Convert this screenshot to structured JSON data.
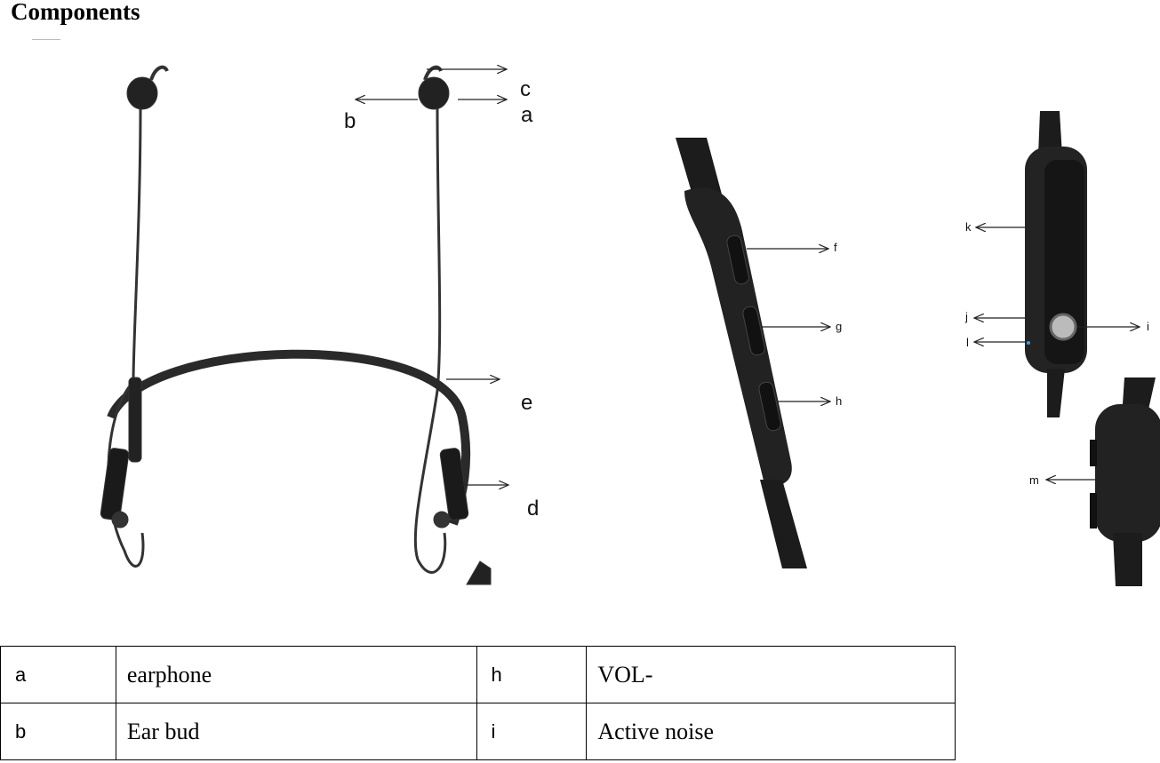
{
  "heading": "Components",
  "figure_labels": {
    "a": "a",
    "b": "b",
    "c": "c",
    "d": "d",
    "e": "e",
    "f": "f",
    "g": "g",
    "h": "h",
    "i": "i",
    "j": "j",
    "k": "k",
    "l": "l",
    "m": "m"
  },
  "table": {
    "rows": [
      {
        "key1": "a",
        "val1": "earphone",
        "key2": "h",
        "val2": "VOL-"
      },
      {
        "key1": "b",
        "val1": "Ear bud",
        "key2": "i",
        "val2": "Active noise"
      }
    ]
  }
}
